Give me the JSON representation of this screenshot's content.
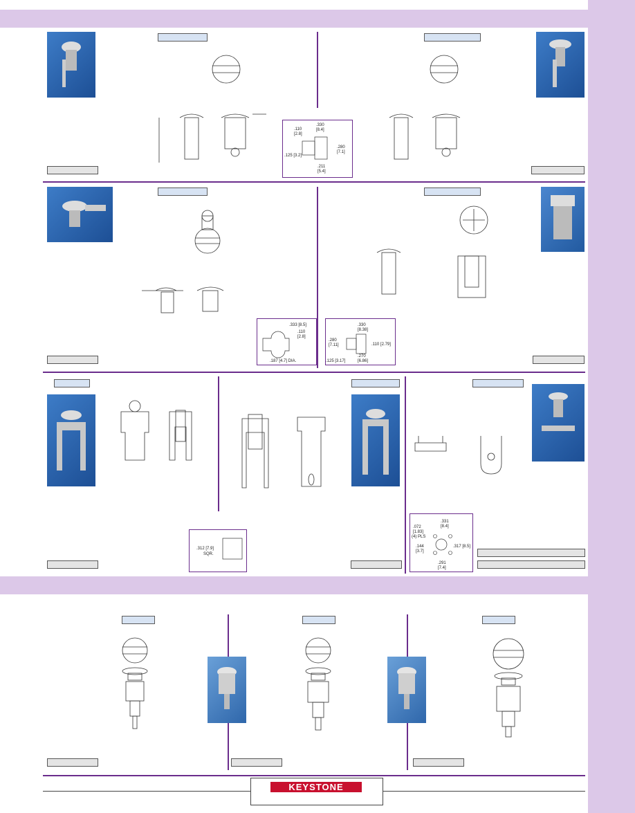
{
  "brand": {
    "name": "KEYSTONE",
    "color": "#c8102e"
  },
  "accent": "#6a2c8c",
  "band_color": "#dcc8e8",
  "footprints": {
    "a": {
      "t1": ".330",
      "t2": "[8.4]",
      "t3": ".110",
      "t4": "[2.8]",
      "t5": ".280",
      "t6": "[7.1]",
      "t7": ".125 [3.2]",
      "t8": ".211",
      "t9": "[5.4]"
    },
    "b": {
      "t1": ".333 [8.5]",
      "t2": ".110",
      "t3": "[2.8]",
      "t4": ".187 [4.7] DIA."
    },
    "c": {
      "t1": ".330",
      "t2": "[8.38]",
      "t3": ".280",
      "t4": "[7.11]",
      "t5": ".110 [2.79]",
      "t6": ".270",
      "t7": "[6.86]",
      "t8": ".125 [3.17]"
    },
    "d": {
      "t1": ".312 [7.9]",
      "t2": "SQR."
    },
    "e": {
      "t1": ".331",
      "t2": "[8.4]",
      "t3": ".072",
      "t4": "[1.83]",
      "t5": "(4) PLS",
      "t6": ".317 [8.5]",
      "t7": ".144",
      "t8": "[3.7]",
      "t9": ".291",
      "t10": "[7.4]"
    }
  }
}
